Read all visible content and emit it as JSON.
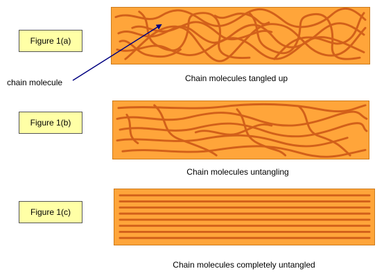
{
  "labels": {
    "fig_a": "Figure 1(a)",
    "fig_b": "Figure 1(b)",
    "fig_c": "Figure 1(c)"
  },
  "captions": {
    "a": "Chain molecules tangled up",
    "b": "Chain molecules untangling",
    "c": "Chain molecules completely untangled"
  },
  "annotation": {
    "chain_molecule": "chain molecule"
  },
  "colors": {
    "panel_fill": "#ffa53a",
    "chain_stroke": "#d2601a",
    "label_fill": "#ffffa6",
    "arrow": "#000080"
  }
}
